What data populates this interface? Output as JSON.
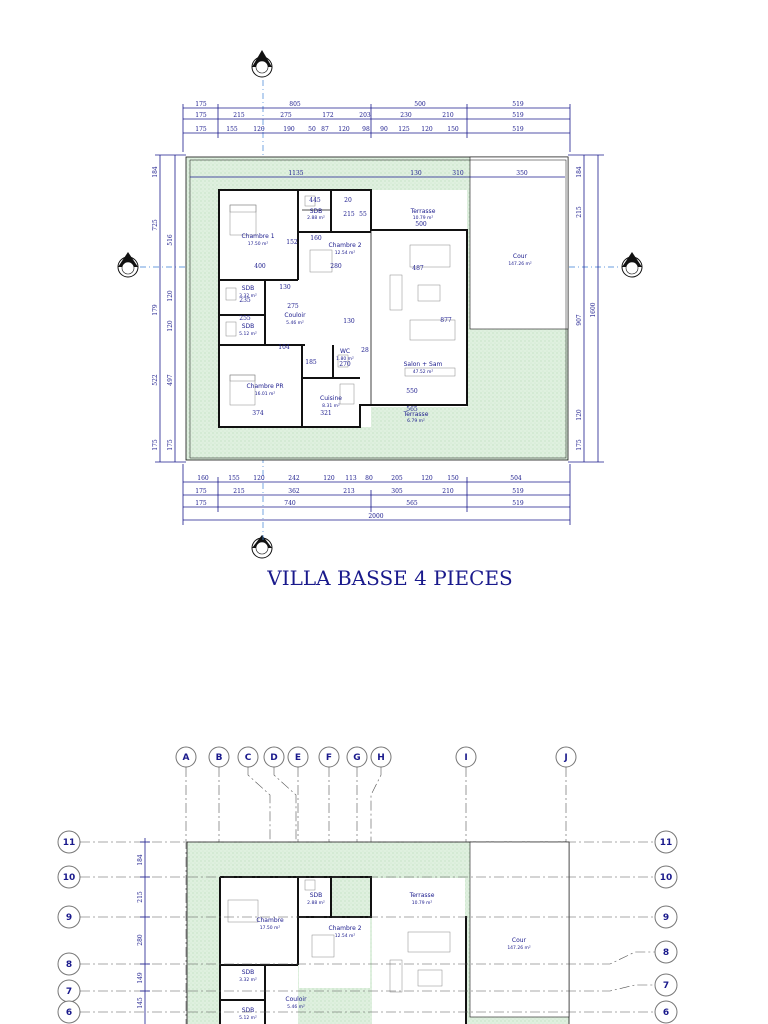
{
  "title": "VILLA BASSE 4 PIECES",
  "colors": {
    "ink": "#1a1a8c",
    "axis": "#3a7fd5",
    "garden": "#d9eed9",
    "wall": "#111111"
  },
  "top_dim_rows": [
    [
      "175",
      "805",
      "500",
      "519"
    ],
    [
      "175",
      "215",
      "275",
      "172",
      "203",
      "230",
      "210",
      "519"
    ],
    [
      "175",
      "155",
      "120",
      "190",
      "50",
      "87",
      "120",
      "98",
      "90",
      "125",
      "120",
      "150",
      "519"
    ]
  ],
  "bottom_dim_rows": [
    [
      "160",
      "155",
      "120",
      "242",
      "120",
      "113",
      "80",
      "205",
      "120",
      "150",
      "504"
    ],
    [
      "175",
      "215",
      "362",
      "213",
      "305",
      "210",
      "519"
    ],
    [
      "175",
      "740",
      "565",
      "519"
    ],
    [
      "2000"
    ]
  ],
  "left_dims_outer": [
    "184",
    "725",
    "179",
    "522",
    "175"
  ],
  "left_dims_inner": [
    "516",
    "120",
    "120",
    "497",
    "175"
  ],
  "right_dims_inner": [
    "184",
    "215",
    "907",
    "120",
    "175"
  ],
  "right_dims_outer": [
    "1600"
  ],
  "inner_dims": [
    "1135",
    "130",
    "310",
    "350",
    "445",
    "20",
    "215",
    "55",
    "500",
    "160",
    "152",
    "400",
    "487",
    "280",
    "130",
    "235",
    "255",
    "275",
    "104",
    "185",
    "130",
    "270",
    "877",
    "28",
    "374",
    "321",
    "550",
    "565"
  ],
  "rooms": [
    {
      "name": "Chambre 1",
      "area": "17.50 m²"
    },
    {
      "name": "SDB",
      "area": "2.88 m²"
    },
    {
      "name": "Chambre 2",
      "area": "12.54 m²"
    },
    {
      "name": "Terrasse",
      "area": "10.79 m²"
    },
    {
      "name": "Cour",
      "area": "147.26 m²"
    },
    {
      "name": "SDB",
      "area": "3.32 m²"
    },
    {
      "name": "Couloir",
      "area": "5.46 m²"
    },
    {
      "name": "SDB",
      "area": "5.12 m²"
    },
    {
      "name": "WC",
      "area": "1.80 m²"
    },
    {
      "name": "Salon + Sam",
      "area": "47.52 m²"
    },
    {
      "name": "Chambre PR",
      "area": "16.01 m²"
    },
    {
      "name": "Cuisine",
      "area": "8.31 m²"
    },
    {
      "name": "Terrasse",
      "area": "6.79 m²"
    }
  ],
  "plan2": {
    "column_labels": [
      "A",
      "B",
      "C",
      "D",
      "E",
      "F",
      "G",
      "H",
      "I",
      "J"
    ],
    "row_labels": [
      "11",
      "10",
      "9",
      "8",
      "7",
      "6"
    ],
    "left_dims": [
      "184",
      "215",
      "280",
      "149",
      "145"
    ],
    "rooms": [
      {
        "name": "SDB",
        "area": "2.88 m²"
      },
      {
        "name": "Terrasse",
        "area": "10.79 m²"
      },
      {
        "name": "Chambre",
        "area": "17.50 m²"
      },
      {
        "name": "Chambre 2",
        "area": "12.54 m²"
      },
      {
        "name": "Cour",
        "area": "147.26 m²"
      },
      {
        "name": "SDB",
        "area": "3.32 m²"
      },
      {
        "name": "Couloir",
        "area": "5.46 m²"
      },
      {
        "name": "SDB",
        "area": "5.12 m²"
      }
    ]
  }
}
